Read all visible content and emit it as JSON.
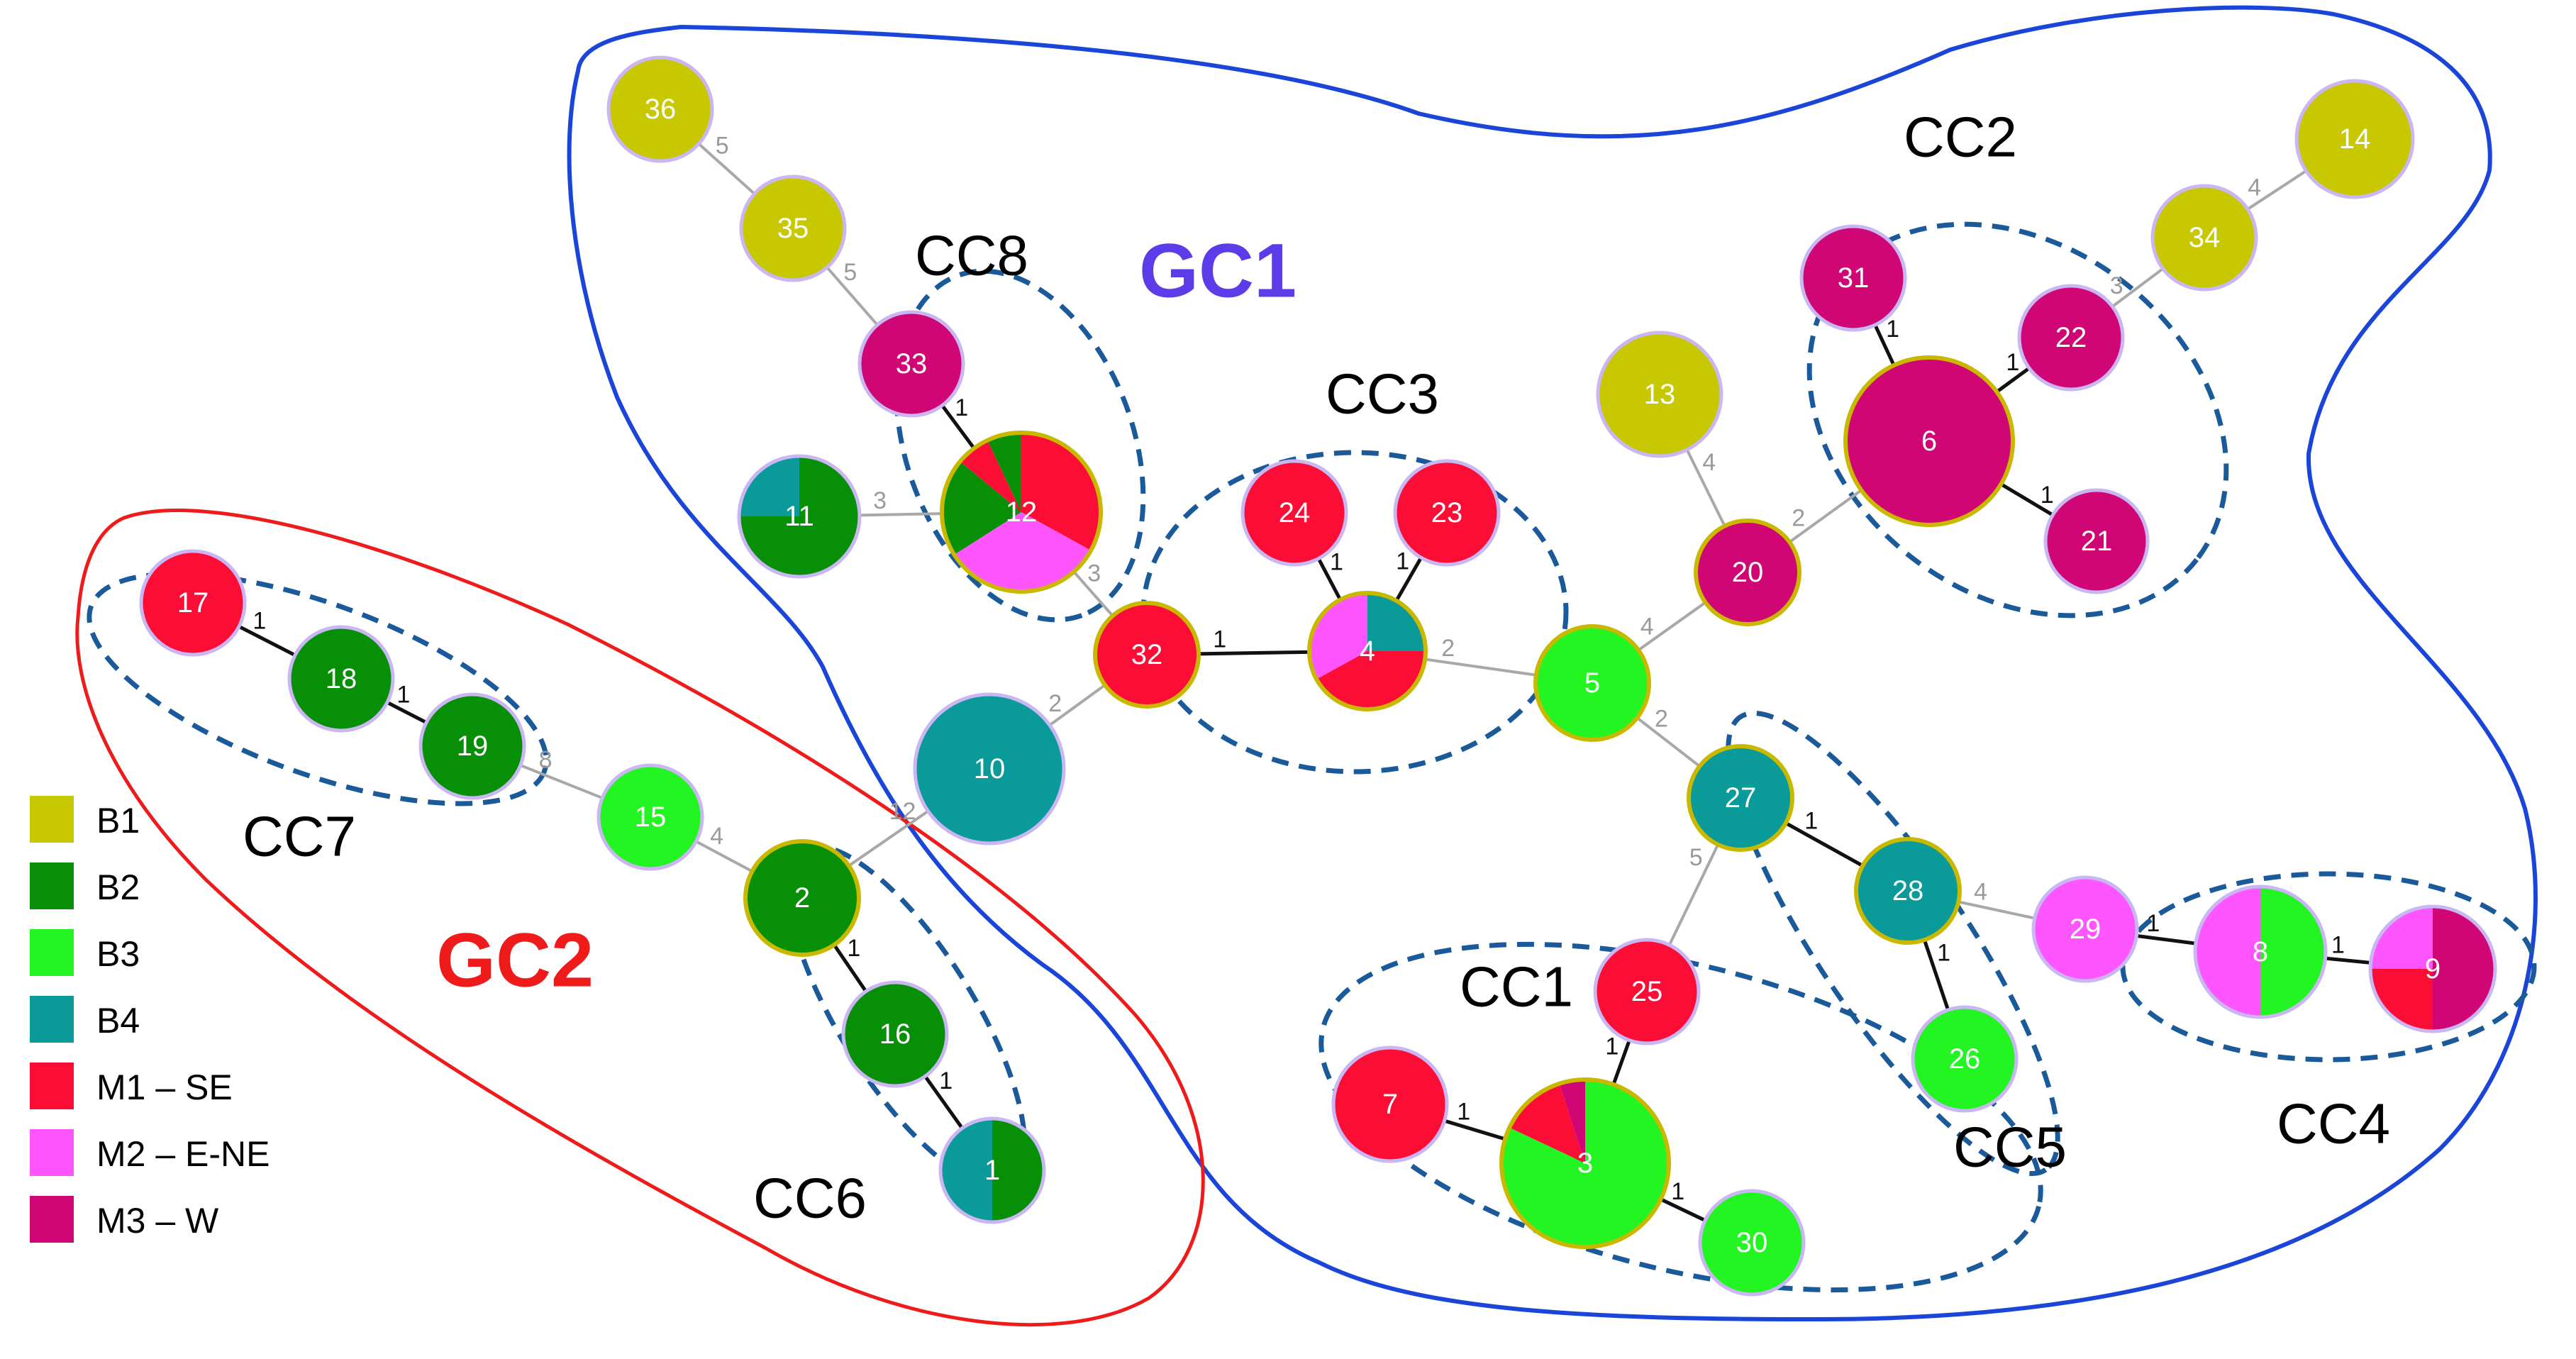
{
  "colors": {
    "B1": "#c8c800",
    "B2": "#079007",
    "B3": "#22f522",
    "B4": "#0a9a9a",
    "M1": "#fb0d35",
    "M2": "#ff55ff",
    "M3": "#cf0673",
    "gc1_outline": "#1a45d8",
    "gc2_outline": "#ef1b1b",
    "gc1_label": "#5b3ce8",
    "gc2_label": "#ef1b1b",
    "cc_outline": "#1a5a9a"
  },
  "legend": [
    {
      "key": "B1",
      "label": "B1"
    },
    {
      "key": "B2",
      "label": "B2"
    },
    {
      "key": "B3",
      "label": "B3"
    },
    {
      "key": "B4",
      "label": "B4"
    },
    {
      "key": "M1",
      "label": "M1 – SE"
    },
    {
      "key": "M2",
      "label": "M2 – E-NE"
    },
    {
      "key": "M3",
      "label": "M3 – W"
    }
  ],
  "groups": {
    "gc1": "GC1",
    "gc2": "GC2",
    "clonal_complexes": [
      "CC1",
      "CC2",
      "CC3",
      "CC4",
      "CC5",
      "CC6",
      "CC7",
      "CC8"
    ]
  },
  "nodes": [
    {
      "id": "1",
      "slices": [
        [
          "B2",
          0.5
        ],
        [
          "B4",
          0.5
        ]
      ]
    },
    {
      "id": "2",
      "slices": [
        [
          "B2",
          1
        ]
      ]
    },
    {
      "id": "3",
      "slices": [
        [
          "B3",
          0.82
        ],
        [
          "M1",
          0.13
        ],
        [
          "M3",
          0.05
        ]
      ]
    },
    {
      "id": "4",
      "slices": [
        [
          "B4",
          0.25
        ],
        [
          "M1",
          0.42
        ],
        [
          "M2",
          0.33
        ]
      ]
    },
    {
      "id": "5",
      "slices": [
        [
          "B3",
          1
        ]
      ]
    },
    {
      "id": "6",
      "slices": [
        [
          "M3",
          1
        ]
      ]
    },
    {
      "id": "7",
      "slices": [
        [
          "M1",
          1
        ]
      ]
    },
    {
      "id": "8",
      "slices": [
        [
          "B3",
          0.5
        ],
        [
          "M2",
          0.5
        ]
      ]
    },
    {
      "id": "9",
      "slices": [
        [
          "M3",
          0.5
        ],
        [
          "M1",
          0.25
        ],
        [
          "M2",
          0.25
        ]
      ]
    },
    {
      "id": "10",
      "slices": [
        [
          "B4",
          1
        ]
      ]
    },
    {
      "id": "11",
      "slices": [
        [
          "B2",
          0.75
        ],
        [
          "B4",
          0.25
        ]
      ]
    },
    {
      "id": "12",
      "slices": [
        [
          "M1",
          0.33
        ],
        [
          "M2",
          0.33
        ],
        [
          "B2",
          0.2
        ],
        [
          "M1",
          0.07
        ],
        [
          "B2",
          0.07
        ]
      ]
    },
    {
      "id": "13",
      "slices": [
        [
          "B1",
          1
        ]
      ]
    },
    {
      "id": "14",
      "slices": [
        [
          "B1",
          1
        ]
      ]
    },
    {
      "id": "15",
      "slices": [
        [
          "B3",
          1
        ]
      ]
    },
    {
      "id": "16",
      "slices": [
        [
          "B2",
          1
        ]
      ]
    },
    {
      "id": "17",
      "slices": [
        [
          "M1",
          1
        ]
      ]
    },
    {
      "id": "18",
      "slices": [
        [
          "B2",
          1
        ]
      ]
    },
    {
      "id": "19",
      "slices": [
        [
          "B2",
          1
        ]
      ]
    },
    {
      "id": "20",
      "slices": [
        [
          "M3",
          1
        ]
      ]
    },
    {
      "id": "21",
      "slices": [
        [
          "M3",
          1
        ]
      ]
    },
    {
      "id": "22",
      "slices": [
        [
          "M3",
          1
        ]
      ]
    },
    {
      "id": "23",
      "slices": [
        [
          "M1",
          1
        ]
      ]
    },
    {
      "id": "24",
      "slices": [
        [
          "M1",
          1
        ]
      ]
    },
    {
      "id": "25",
      "slices": [
        [
          "M1",
          1
        ]
      ]
    },
    {
      "id": "26",
      "slices": [
        [
          "B3",
          1
        ]
      ]
    },
    {
      "id": "27",
      "slices": [
        [
          "B4",
          1
        ]
      ]
    },
    {
      "id": "28",
      "slices": [
        [
          "B4",
          1
        ]
      ]
    },
    {
      "id": "29",
      "slices": [
        [
          "M2",
          1
        ]
      ]
    },
    {
      "id": "30",
      "slices": [
        [
          "B3",
          1
        ]
      ]
    },
    {
      "id": "31",
      "slices": [
        [
          "M3",
          1
        ]
      ]
    },
    {
      "id": "32",
      "slices": [
        [
          "M1",
          1
        ]
      ]
    },
    {
      "id": "33",
      "slices": [
        [
          "M3",
          1
        ]
      ]
    },
    {
      "id": "34",
      "slices": [
        [
          "B1",
          1
        ]
      ]
    },
    {
      "id": "35",
      "slices": [
        [
          "B1",
          1
        ]
      ]
    },
    {
      "id": "36",
      "slices": [
        [
          "B1",
          1
        ]
      ]
    }
  ],
  "edges": [
    {
      "from": "36",
      "to": "35",
      "label": "5"
    },
    {
      "from": "35",
      "to": "33",
      "label": "5"
    },
    {
      "from": "33",
      "to": "12",
      "label": "1"
    },
    {
      "from": "11",
      "to": "12",
      "label": "3"
    },
    {
      "from": "12",
      "to": "32",
      "label": "3"
    },
    {
      "from": "10",
      "to": "32",
      "label": "2"
    },
    {
      "from": "32",
      "to": "4",
      "label": "1"
    },
    {
      "from": "24",
      "to": "4",
      "label": "1"
    },
    {
      "from": "23",
      "to": "4",
      "label": "1"
    },
    {
      "from": "4",
      "to": "5",
      "label": "2"
    },
    {
      "from": "5",
      "to": "20",
      "label": "4"
    },
    {
      "from": "13",
      "to": "20",
      "label": "4"
    },
    {
      "from": "20",
      "to": "6",
      "label": "2"
    },
    {
      "from": "31",
      "to": "6",
      "label": "1"
    },
    {
      "from": "22",
      "to": "6",
      "label": "1"
    },
    {
      "from": "21",
      "to": "6",
      "label": "1"
    },
    {
      "from": "22",
      "to": "34",
      "label": "3"
    },
    {
      "from": "34",
      "to": "14",
      "label": "4"
    },
    {
      "from": "5",
      "to": "27",
      "label": "2"
    },
    {
      "from": "27",
      "to": "28",
      "label": "1"
    },
    {
      "from": "27",
      "to": "25",
      "label": "5"
    },
    {
      "from": "28",
      "to": "26",
      "label": "1"
    },
    {
      "from": "28",
      "to": "29",
      "label": "4"
    },
    {
      "from": "29",
      "to": "8",
      "label": "1"
    },
    {
      "from": "8",
      "to": "9",
      "label": "1"
    },
    {
      "from": "25",
      "to": "3",
      "label": "1"
    },
    {
      "from": "7",
      "to": "3",
      "label": "1"
    },
    {
      "from": "3",
      "to": "30",
      "label": "1"
    },
    {
      "from": "17",
      "to": "18",
      "label": "1"
    },
    {
      "from": "18",
      "to": "19",
      "label": "1"
    },
    {
      "from": "19",
      "to": "15",
      "label": "8"
    },
    {
      "from": "15",
      "to": "2",
      "label": "4"
    },
    {
      "from": "10",
      "to": "2",
      "label": "12"
    },
    {
      "from": "2",
      "to": "16",
      "label": "1"
    },
    {
      "from": "16",
      "to": "1",
      "label": "1"
    }
  ]
}
